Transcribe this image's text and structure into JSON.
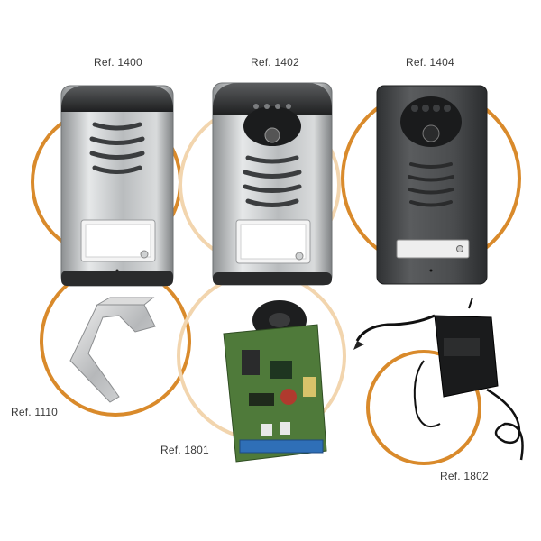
{
  "labels": {
    "ref_1400": "Ref. 1400",
    "ref_1402": "Ref. 1402",
    "ref_1404": "Ref. 1404",
    "ref_1110": "Ref. 1110",
    "ref_1801": "Ref. 1801",
    "ref_1802": "Ref. 1802"
  },
  "colors": {
    "ring": "#d98a2b",
    "ring_light": "#f2d5ae",
    "panel_silver": "#c9cbcc",
    "panel_dark": "#4a4c4e",
    "pcb_green": "#4f7a3a",
    "terminal_blue": "#2f6fb7"
  }
}
